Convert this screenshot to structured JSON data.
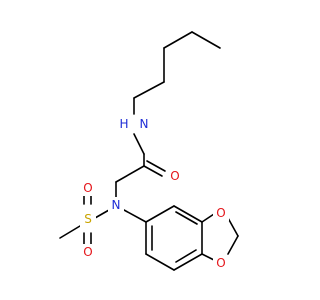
{
  "molecule": {
    "colors": {
      "bond": "#000000",
      "carbon": "#000000",
      "nitrogen": "#1f2dd6",
      "oxygen": "#e4161b",
      "sulfur": "#c9a400",
      "hydrogen": "#1f2dd6"
    },
    "atoms": {
      "amide_n": "N",
      "amide_h": "H",
      "amide_o": "O",
      "sulfonamide_n": "N",
      "sulfur": "S",
      "sulfonyl_o1": "O",
      "sulfonyl_o2": "O",
      "ring_o1": "O",
      "ring_o2": "O"
    }
  }
}
